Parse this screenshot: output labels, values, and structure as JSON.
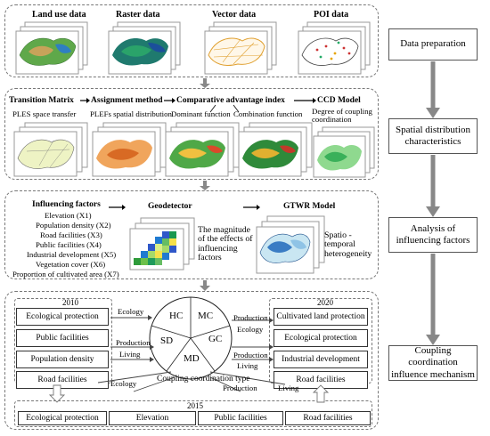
{
  "row1": {
    "labels": [
      "Land use data",
      "Raster data",
      "Vector data",
      "POI data"
    ]
  },
  "row2": {
    "headers": [
      "Transition Matrix",
      "Assignment method",
      "Comparative advantage index",
      "CCD Model"
    ],
    "subs": [
      "PLES space transfer",
      "PLEFs spatial distribution",
      "Dominant function",
      "Combination function",
      "Degree of coupling coordination"
    ]
  },
  "row3": {
    "factors_title": "Influencing factors",
    "factors": [
      "Elevation (X1)",
      "Population density (X2)",
      "Road facilities (X3)",
      "Public facilities (X4)",
      "Industrial development (X5)",
      "Vegetation cover (X6)",
      "Proportion of cultivated area (X7)"
    ],
    "geodetector": "Geodetector",
    "magnitude": "The magnitude of the effects of influencing factors",
    "gtwr": "GTWR Model",
    "spatio": "Spatio - temporal heterogeneity"
  },
  "row4": {
    "y2010": "2010",
    "left_boxes": [
      "Ecological protection",
      "Public facilities",
      "Population density",
      "Road facilities"
    ],
    "y2020": "2020",
    "right_boxes": [
      "Cultivated land protection",
      "Ecological protection",
      "Industrial development",
      "Road facilities"
    ],
    "y2015": "2015",
    "bottom_boxes": [
      "Ecological protection",
      "Elevation",
      "Public facilities",
      "Road facilities"
    ],
    "circle": [
      "HC",
      "MC",
      "GC",
      "MD",
      "SD"
    ],
    "coupling_type": "Coupling coordination type",
    "arrows": {
      "ecology1": "Ecology",
      "production1": "Production",
      "living1": "Living",
      "ecology2": "Ecology",
      "production2": "Production",
      "ecology3": "Ecology",
      "production3": "Production",
      "living3": "Living",
      "production4": "Production",
      "living4": "Living"
    }
  },
  "stages": [
    "Data preparation",
    "Spatial distribution characteristics",
    "Analysis of influencing factors",
    "Coupling coordination influence mechanism"
  ]
}
